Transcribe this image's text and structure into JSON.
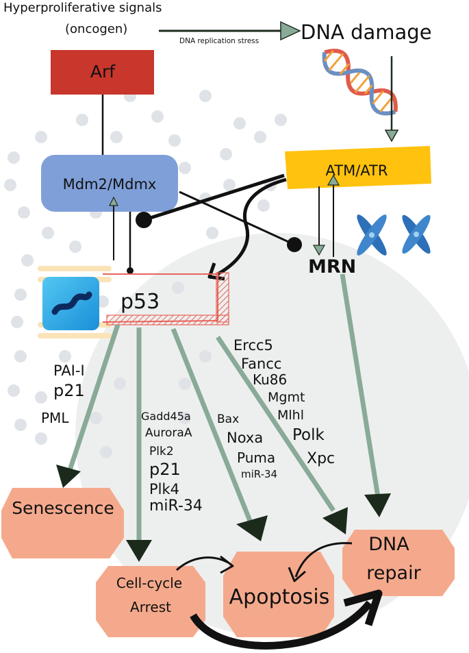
{
  "header": {
    "signal_line1": "Hyperproliferative signals",
    "signal_line2": "(oncogen)",
    "stress_label": "DNA replication stress",
    "damage": "DNA damage"
  },
  "nodes": {
    "arf": "Arf",
    "mdm": "Mdm2/Mdmx",
    "atm": "ATM/ATR",
    "mrn": "MRN",
    "p53": "p53"
  },
  "gene_groups": {
    "senescence": [
      "PAI-I",
      "p21",
      "PML"
    ],
    "arrest": [
      "Gadd45a",
      "AuroraA",
      "Plk2",
      "p21",
      "Plk4",
      "miR-34"
    ],
    "apoptosis": [
      "Bax",
      "Noxa",
      "Puma",
      "miR-34"
    ],
    "repair": [
      "Ercc5",
      "Fancc",
      "Ku86",
      "Mgmt",
      "Mlhl",
      "Polk",
      "Xpc"
    ]
  },
  "outcomes": {
    "senescence": "Senescence",
    "arrest_line1": "Cell-cycle",
    "arrest_line2": "Arrest",
    "apoptosis": "Apoptosis",
    "repair_line1": "DNA",
    "repair_line2": "repair"
  },
  "colors": {
    "arf": "#c8362c",
    "mdm": "#7f9fd8",
    "atm": "#ffc20e",
    "outcome": "#f5a98c",
    "arrow_green": "#8aaa98",
    "bg_circle": "#edefee",
    "dots": "#dfe3e7",
    "p53_border": "#e8645a"
  }
}
